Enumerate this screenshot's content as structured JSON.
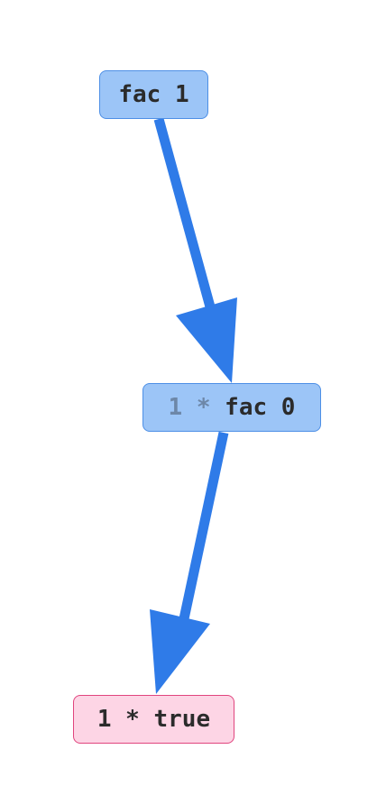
{
  "colors": {
    "edge": "#2f7be8",
    "node_blue_fill": "#9cc5f7",
    "node_blue_border": "#4d8fe6",
    "node_pink_fill": "#fdd5e5",
    "node_pink_border": "#e0457e"
  },
  "nodes": [
    {
      "id": "n1",
      "text": "fac 1"
    },
    {
      "id": "n2",
      "prefix": "1 * ",
      "text": "fac 0"
    },
    {
      "id": "n3",
      "text": "1 * true"
    }
  ],
  "edges": [
    {
      "from": "n1",
      "to": "n2"
    },
    {
      "from": "n2",
      "to": "n3"
    }
  ]
}
